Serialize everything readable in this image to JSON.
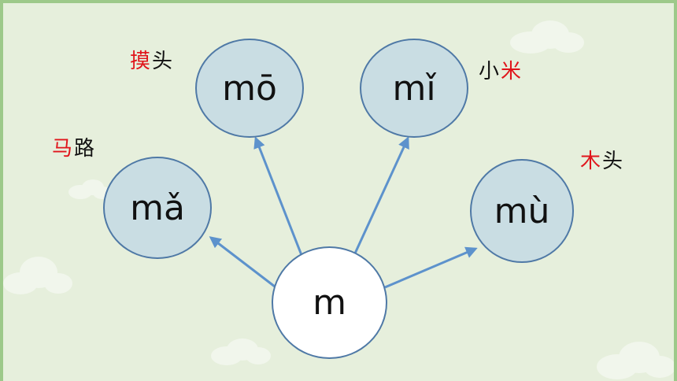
{
  "center": {
    "syllable": "m"
  },
  "bubbles": [
    {
      "syllable": "mō",
      "word": {
        "highlight": "摸",
        "rest": "头",
        "highlight_first": true
      }
    },
    {
      "syllable": "mǐ",
      "word": {
        "plain": "小",
        "highlight": "米",
        "highlight_first": false
      }
    },
    {
      "syllable": "mǎ",
      "word": {
        "highlight": "马",
        "rest": "路",
        "highlight_first": true
      }
    },
    {
      "syllable": "mù",
      "word": {
        "highlight": "木",
        "rest": "头",
        "highlight_first": true
      }
    }
  ],
  "colors": {
    "frame": "#9dc98a",
    "board": "#e6efdc",
    "bubble_fill": "#c9dde3",
    "bubble_border": "#4f79a6",
    "arrow": "#5d92cc",
    "highlight_text": "#e0151b"
  }
}
